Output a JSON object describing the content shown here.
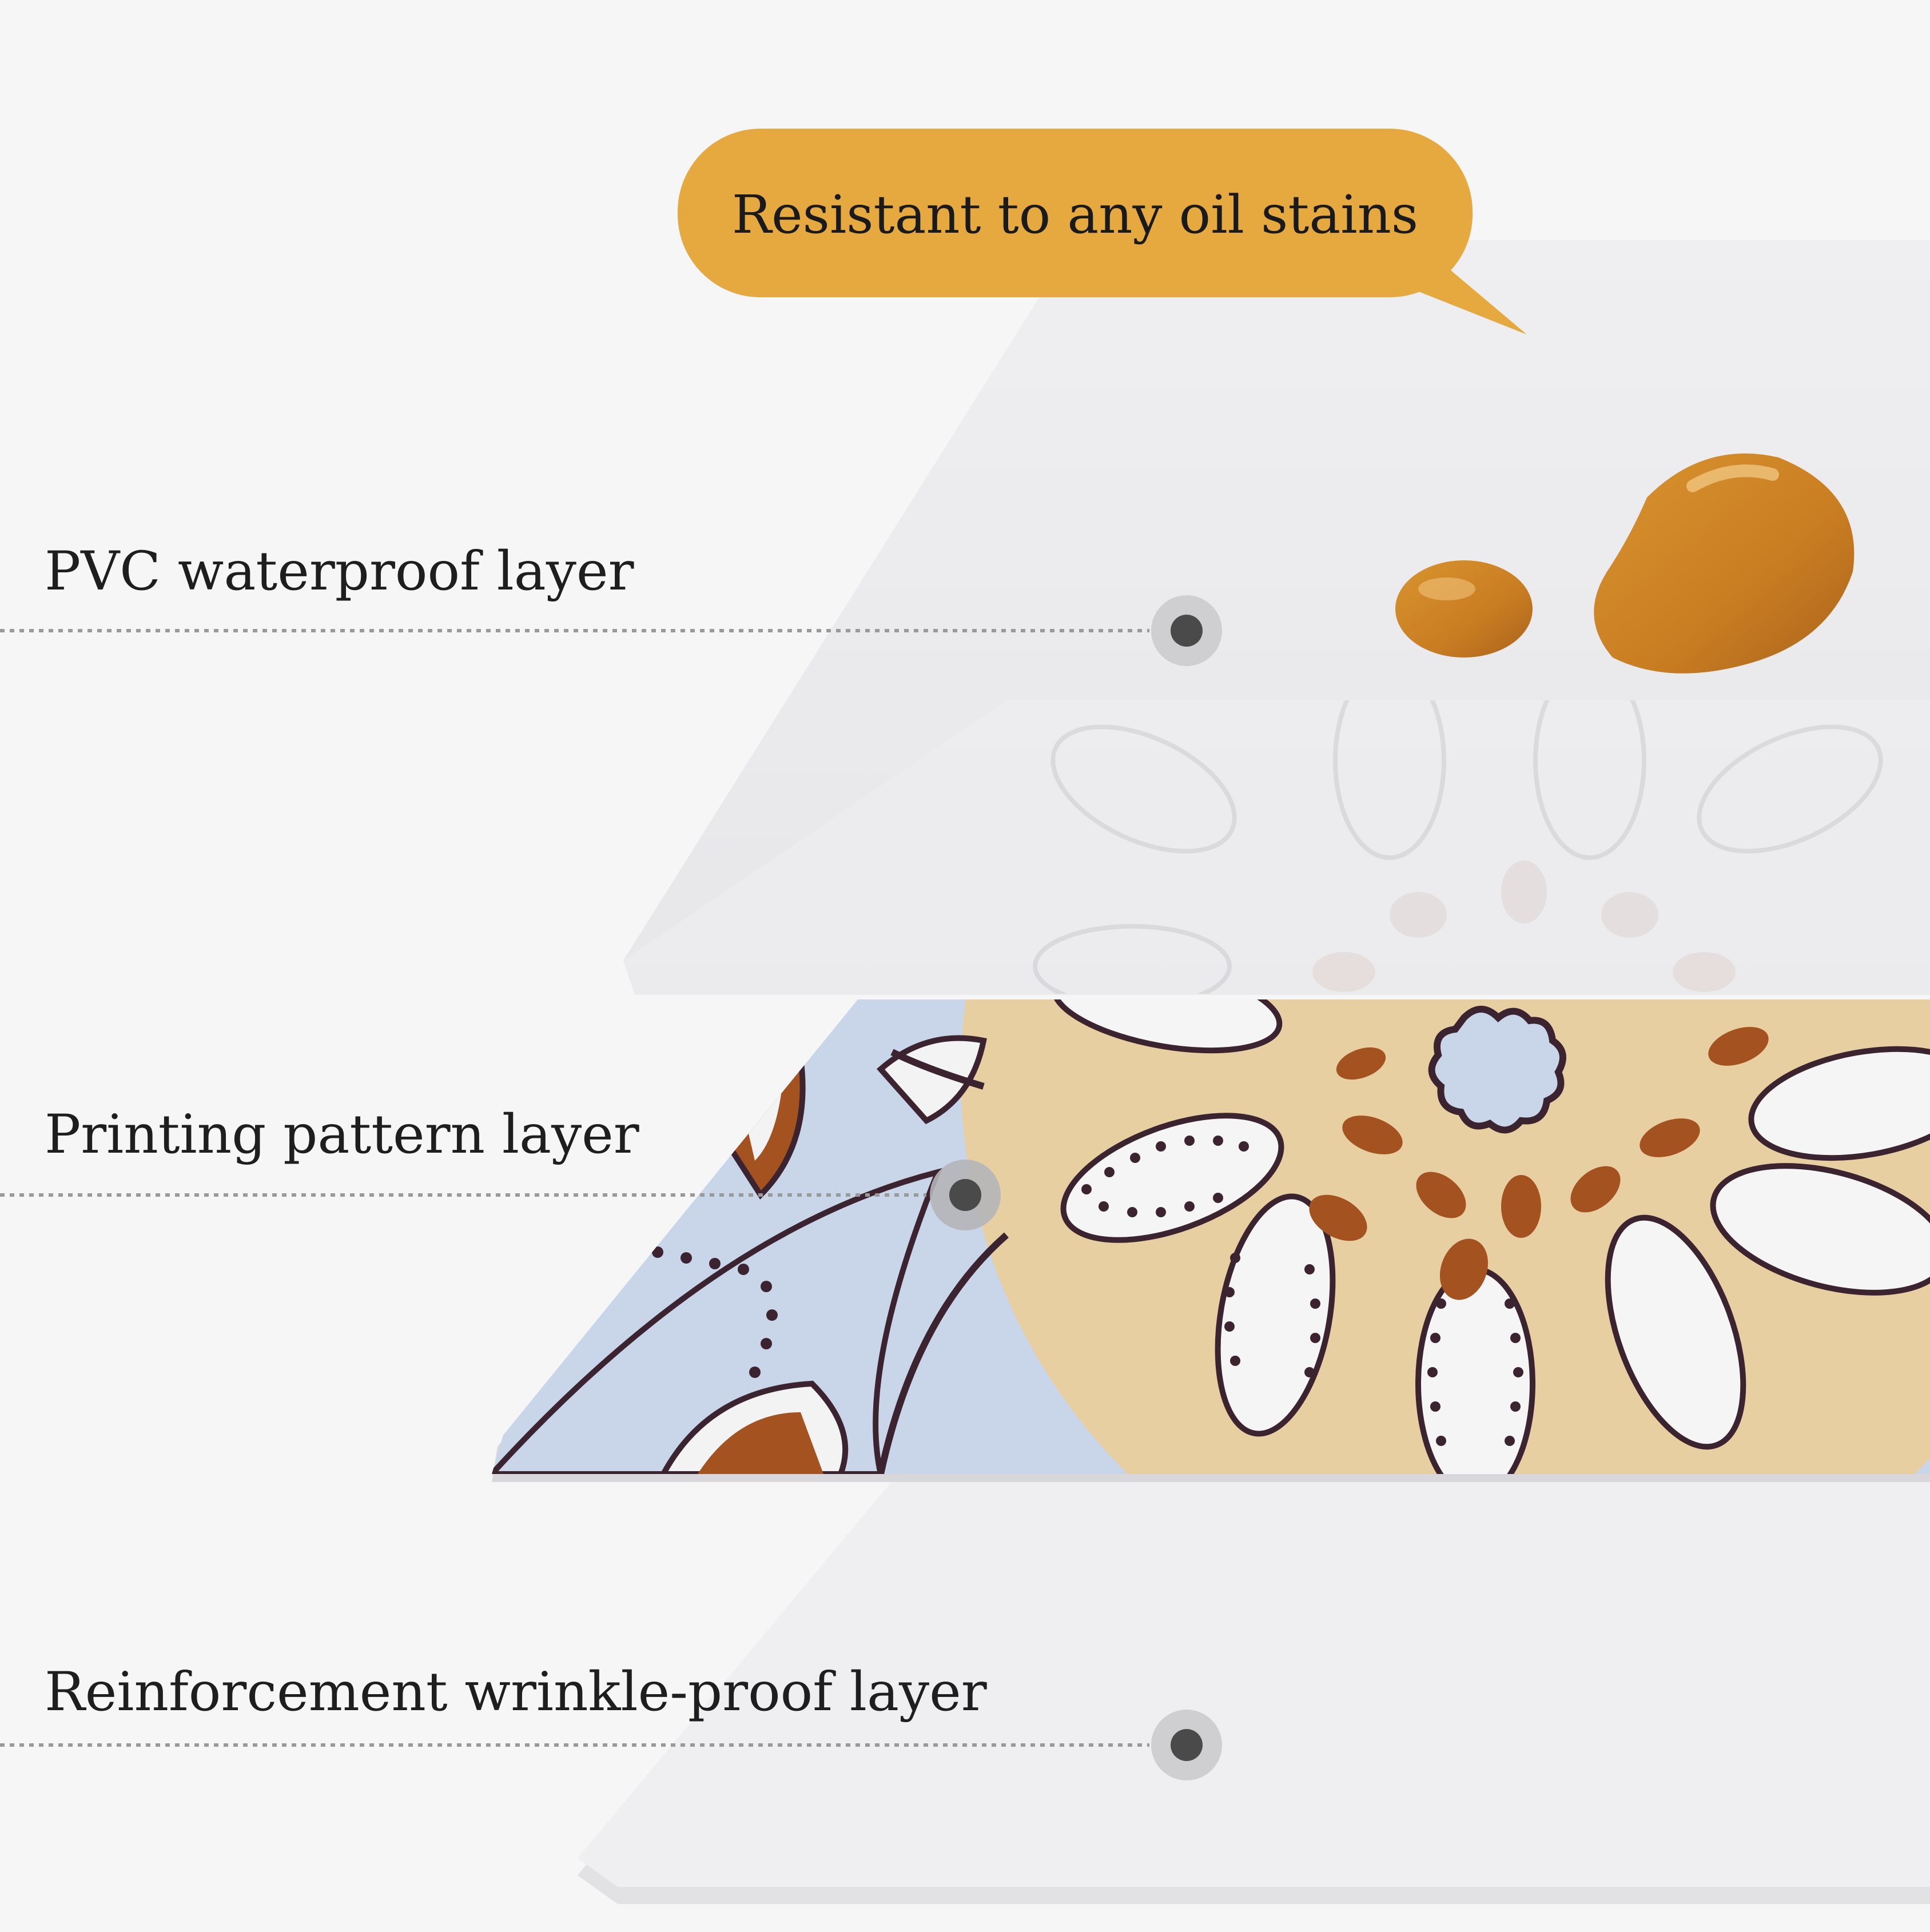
{
  "callout": {
    "text": "Resistant to any oil stains",
    "color": "#e6a93f"
  },
  "layers": [
    {
      "label": "PVC waterproof layer"
    },
    {
      "label": "Printing pattern layer"
    },
    {
      "label": "Reinforcement wrinkle-proof layer"
    }
  ],
  "colors": {
    "background": "#f6f6f7",
    "panel": "#ececee",
    "oil": "#c77f2a",
    "pattern_beige": "#e8cfa2",
    "pattern_blue": "#c9d6ea",
    "pattern_brown": "#a4521f",
    "marker": "#5a5a5a"
  }
}
